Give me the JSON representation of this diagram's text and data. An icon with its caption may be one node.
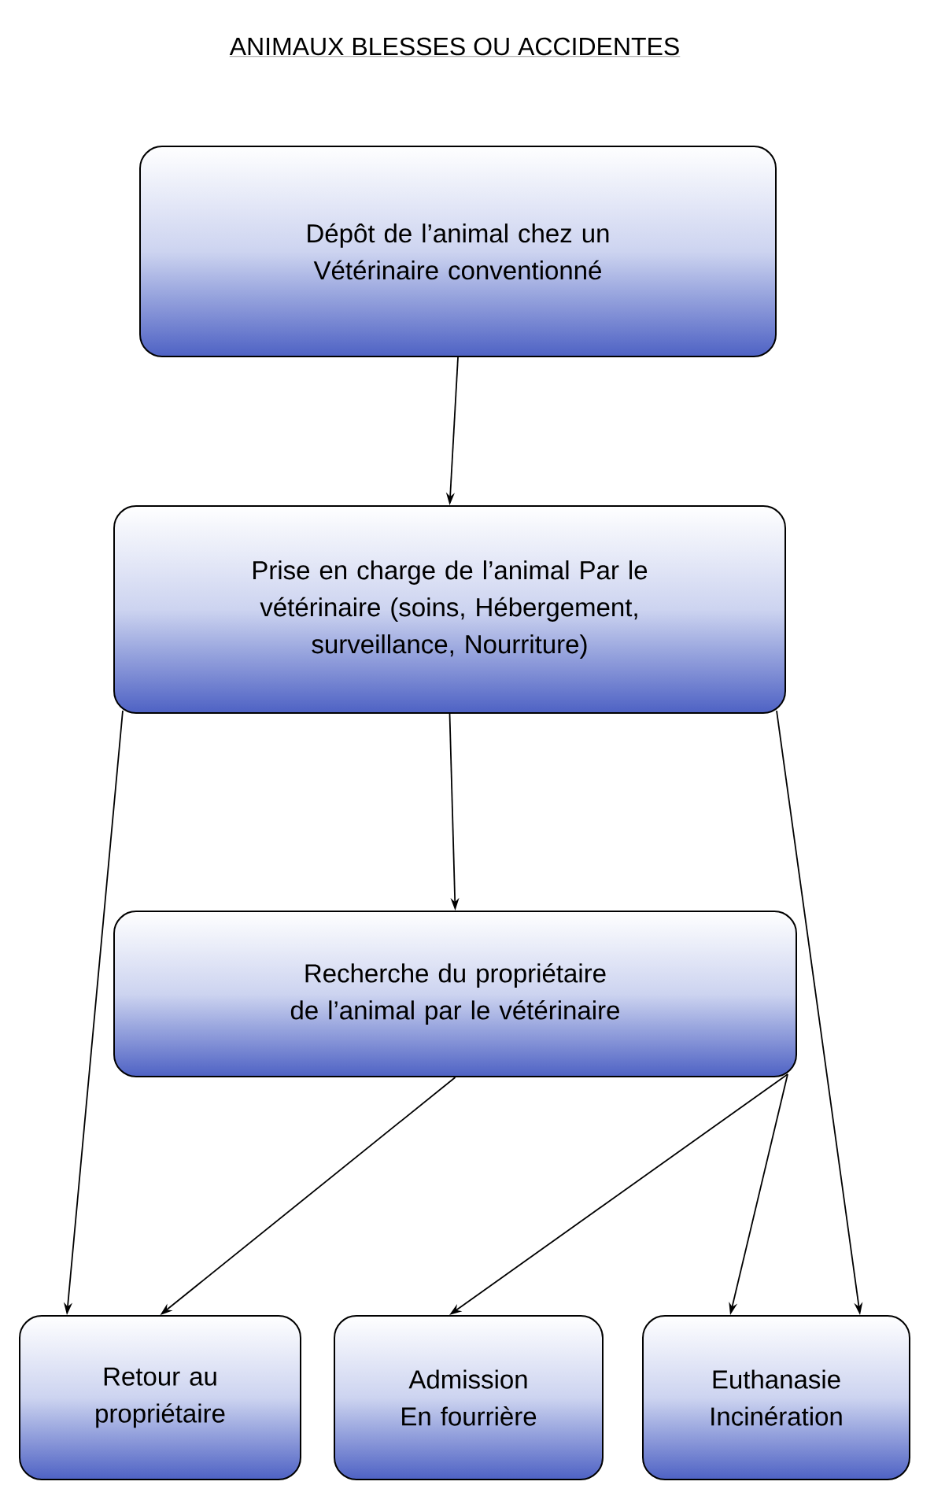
{
  "diagram": {
    "title": "ANIMAUX BLESSES OU ACCIDENTES",
    "nodes": [
      {
        "text": [
          "Dépôt de l’animal chez un Vétérinaire conventionné"
        ]
      },
      {
        "text": [
          "Prise en charge de l’animal Par le vétérinaire (soins, Hébergement, surveillance, Nourriture)"
        ]
      },
      {
        "text": [
          "Recherche du propriétaire de l’animal par le vétérinaire"
        ]
      },
      {
        "text": [
          "Retour au propriétaire"
        ]
      },
      {
        "text": [
          "Admission En fourrière"
        ]
      },
      {
        "text": [
          "Euthanasie Incinération"
        ]
      }
    ],
    "edges": [
      {
        "from": 0,
        "to": 1,
        "arrow": "to"
      },
      {
        "from": 1,
        "to": 2,
        "arrow": "to"
      },
      {
        "from": 1,
        "to": 3,
        "arrow": "to"
      },
      {
        "from": 1,
        "to": 5,
        "arrow": "to"
      },
      {
        "from": 2,
        "to": 3,
        "arrow": "to"
      },
      {
        "from": 2,
        "to": 4,
        "arrow": "to"
      },
      {
        "from": 2,
        "to": 5,
        "arrow": "to"
      }
    ]
  }
}
